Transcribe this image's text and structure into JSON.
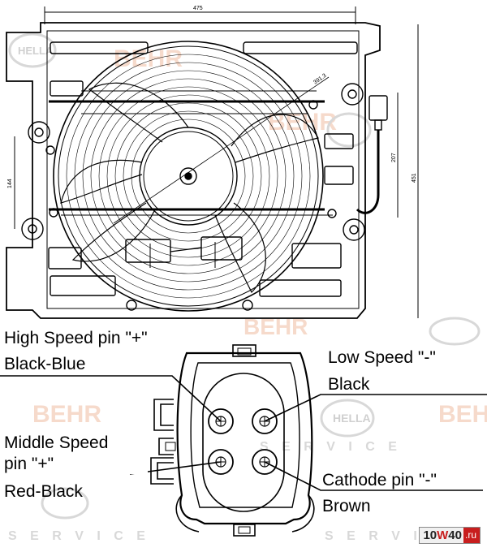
{
  "dimensions": {
    "width": "475",
    "height": "451",
    "inner_height": "207",
    "small_height": "144",
    "diameter": "391.3"
  },
  "pin_labels": {
    "high_speed": {
      "line1": "High Speed pin \"+\"",
      "line2": "Black-Blue"
    },
    "low_speed": {
      "line1": "Low Speed \"-\"",
      "line2": "Black"
    },
    "middle_speed": {
      "line1": "Middle Speed",
      "line2": "pin \"+\"",
      "line3": "Red-Black"
    },
    "cathode": {
      "line1": "Cathode pin \"-\"",
      "line2": "Brown"
    }
  },
  "watermarks": {
    "behr": "BEHR",
    "hella": "HELLA",
    "service": "S E R V I C E"
  },
  "site_badge": {
    "prefix": "10",
    "w": "W",
    "suffix": "40",
    "tld": ".ru"
  },
  "colors": {
    "ink": "#000000",
    "watermark_gray": "#d8d8d8",
    "watermark_peach": "#f4d2bf",
    "badge_red": "#c81e1e"
  }
}
